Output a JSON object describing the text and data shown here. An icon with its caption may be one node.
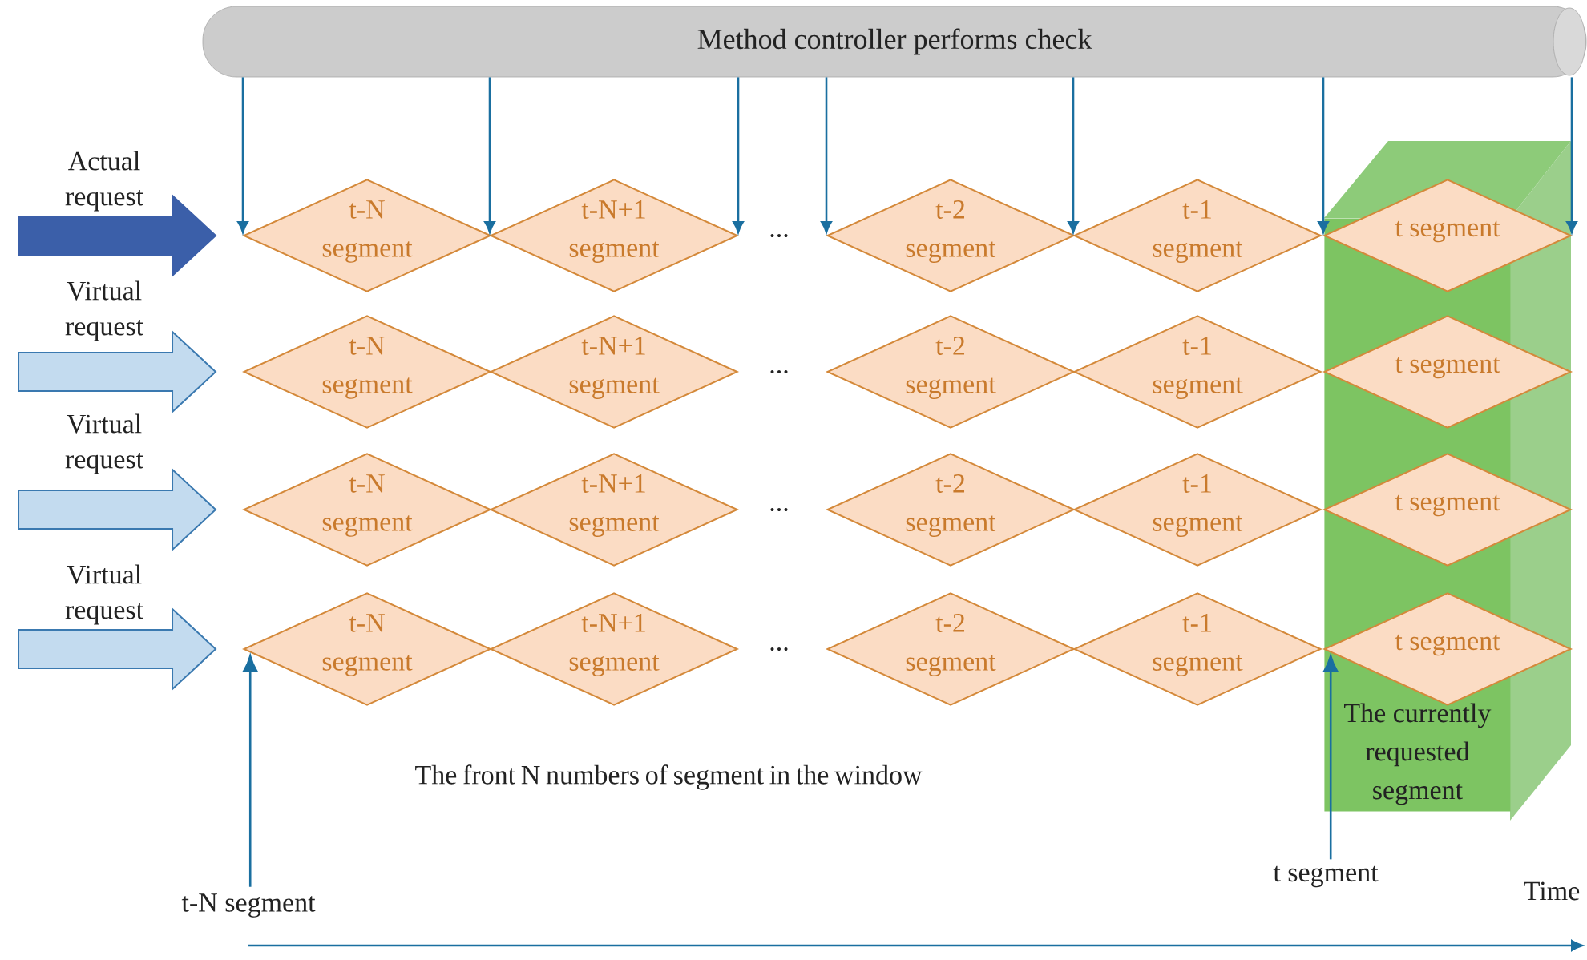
{
  "diagram": {
    "nodes": [
      {
        "text": [
          "Method controller performs check"
        ]
      },
      {
        "text": [
          "The currently requested segment"
        ]
      },
      {
        "text": [
          "t-N segment"
        ]
      },
      {
        "text": [
          "t-N+1 segment"
        ]
      },
      {
        "text": [
          "t-2 segment"
        ]
      },
      {
        "text": [
          "t-1 segment"
        ]
      },
      {
        "text": [
          "t segment"
        ]
      },
      {
        "text": [
          "t-N segment"
        ]
      },
      {
        "text": [
          "t-N+1 segment"
        ]
      },
      {
        "text": [
          "t-2 segment"
        ]
      },
      {
        "text": [
          "t-1 segment"
        ]
      },
      {
        "text": [
          "t segment"
        ]
      },
      {
        "text": [
          "t-N segment"
        ]
      },
      {
        "text": [
          "t-N+1 segment"
        ]
      },
      {
        "text": [
          "t-2 segment"
        ]
      },
      {
        "text": [
          "t-1 segment"
        ]
      },
      {
        "text": [
          "t segment"
        ]
      },
      {
        "text": [
          "t-N segment"
        ]
      },
      {
        "text": [
          "t-N+1 segment"
        ]
      },
      {
        "text": [
          "t-2 segment"
        ]
      },
      {
        "text": [
          "t-1 segment"
        ]
      },
      {
        "text": [
          "t segment"
        ]
      },
      {
        "text": [
          "t-N segment"
        ]
      },
      {
        "text": [
          "t segment"
        ]
      }
    ],
    "edges": [
      {
        "from": 0,
        "to": 2,
        "arrow": "to"
      },
      {
        "from": 0,
        "to": 3,
        "arrow": "to"
      },
      {
        "from": 0,
        "to": 3,
        "arrow": "to"
      },
      {
        "from": 0,
        "to": 4,
        "arrow": "to"
      },
      {
        "from": 0,
        "to": 5,
        "arrow": "to"
      },
      {
        "from": 0,
        "to": 6,
        "arrow": "to"
      },
      {
        "from": 0,
        "to": 6,
        "arrow": "to"
      },
      {
        "from": null,
        "to": 2,
        "arrow": "to",
        "label": "Actual request",
        "style": "thick",
        "color": "#3b5fa9"
      },
      {
        "from": null,
        "to": 7,
        "arrow": "to",
        "label": "Virtual request",
        "style": "thick",
        "color": "#c3dbef"
      },
      {
        "from": null,
        "to": 12,
        "arrow": "to",
        "label": "Virtual request",
        "style": "thick",
        "color": "#c3dbef"
      },
      {
        "from": null,
        "to": 17,
        "arrow": "to",
        "label": "Virtual request",
        "style": "thick",
        "color": "#c3dbef"
      },
      {
        "from": 22,
        "to": 17,
        "arrow": "to"
      },
      {
        "from": 23,
        "to": 21,
        "arrow": "to"
      }
    ],
    "labels": [
      "...",
      "...",
      "...",
      "...",
      "The front N numbers of segment in the window",
      "Time"
    ]
  }
}
